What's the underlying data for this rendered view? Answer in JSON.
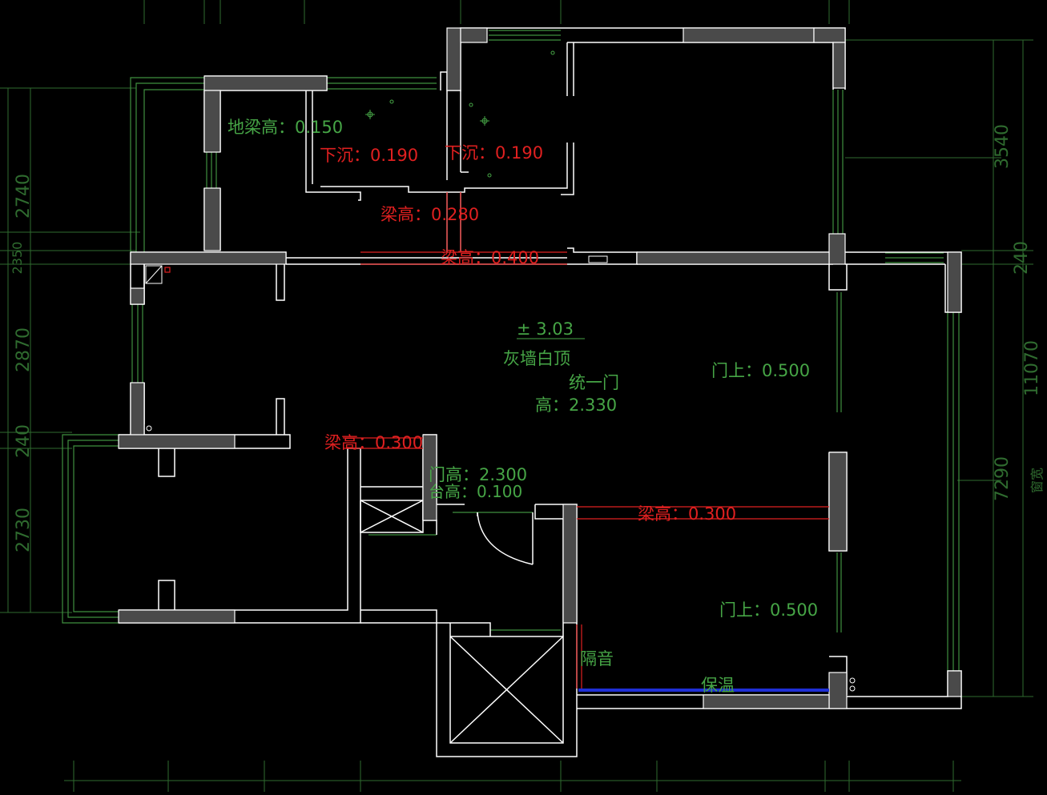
{
  "colors": {
    "background": "#000000",
    "wall_outline": "#ffffff",
    "wall_fill": "#4a4a4a",
    "dimension": "#2f6b2f",
    "window_line": "#3f8f3f",
    "annotation_green": "#46a546",
    "annotation_red": "#e02020",
    "insulation_blue": "#1f2fd6"
  },
  "dimensions": {
    "left": [
      "2740",
      "2350",
      "2870",
      "240",
      "2730"
    ],
    "right": [
      "3540",
      "240",
      "11070",
      "7290"
    ],
    "right_side_label": "窗宽"
  },
  "annotations": {
    "floor_beam": "地梁高：0.150",
    "sink1": "下沉：0.190",
    "sink2": "下沉：0.190",
    "beam_280": "梁高：0.280",
    "beam_400": "梁高：0.400",
    "level": "± 3.03",
    "finish": "灰墙白顶",
    "door_unified": "统一门",
    "door_height": "高：2.330",
    "door_top_1": "门上：0.500",
    "door_top_2": "门上：0.500",
    "beam_300_left": "梁高：0.300",
    "beam_300_right": "梁高：0.300",
    "door_h": "门高：2.300",
    "sill_h": "台高：0.100",
    "soundproof": "隔音",
    "insulation": "保温"
  }
}
